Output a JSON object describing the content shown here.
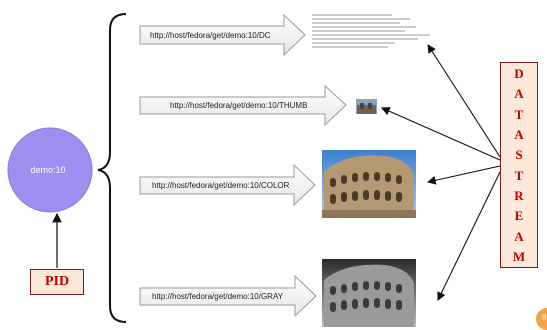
{
  "pid_node": {
    "label": "demo:10"
  },
  "pid_box": {
    "label": "PID"
  },
  "datastream_box": {
    "letters": [
      "D",
      "A",
      "T",
      "A",
      "S",
      "T",
      "R",
      "E",
      "A",
      "M"
    ]
  },
  "datastreams": [
    {
      "url": "http://host/fedora/get/demo:10/DC"
    },
    {
      "url": "http://host/fedora/get/demo:10/THUMB"
    },
    {
      "url": "http://host/fedora/get/demo:10/COLOR"
    },
    {
      "url": "http://host/fedora/get/demo:10/GRAY"
    }
  ],
  "page_number": "8",
  "colors": {
    "node": "#9d8ff0",
    "box_text": "#c00000",
    "box_fill": "#fde9d9",
    "badge": "#f4a24a"
  }
}
